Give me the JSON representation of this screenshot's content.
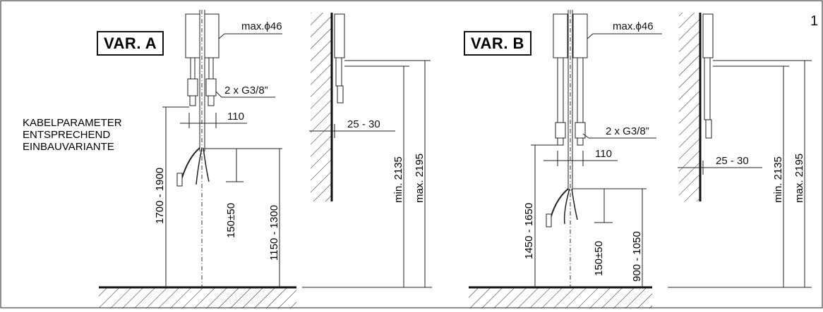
{
  "page_number": "1",
  "cable_note": [
    "KABELPARAMETER",
    "ENTSPRECHEND",
    "EINBAUVARIANTE"
  ],
  "variant_a": {
    "title": "VAR. A",
    "max_diameter": "max.ϕ46",
    "connection": "2 x G3/8”",
    "spacing": "110",
    "height_connection": "1700 - 1900",
    "cable_length": "150±50",
    "height_cable": "1150 - 1300",
    "wall_distance": "25 - 30",
    "min_height": "min. 2135",
    "max_height": "max. 2195"
  },
  "variant_b": {
    "title": "VAR. B",
    "max_diameter": "max.ϕ46",
    "connection": "2 x G3/8”",
    "spacing": "110",
    "height_connection": "1450 - 1650",
    "cable_length": "150±50",
    "height_cable": "900 - 1050",
    "wall_distance": "25 - 30",
    "min_height": "min. 2135",
    "max_height": "max. 2195"
  }
}
